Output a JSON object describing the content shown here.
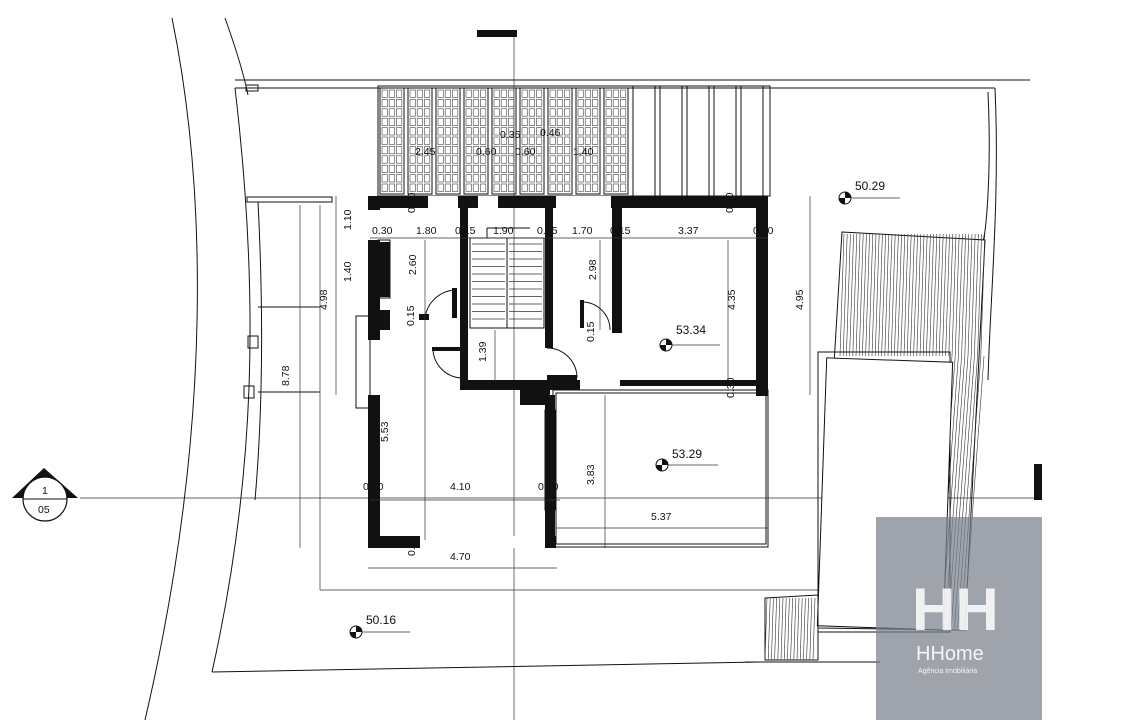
{
  "dimensions": {
    "top_035": "0.35",
    "top_046": "0.46",
    "top_245": "2.45",
    "top_060a": "0.60",
    "top_060b": "0.60",
    "top_140": "1.40",
    "v_030_top_left": "0.30",
    "v_030_top_right": "0.30",
    "v_110": "1.10",
    "h_030_left": "0.30",
    "h_180": "1.80",
    "h_015_a": "0.15",
    "h_190": "1.90",
    "h_015_b": "0.15",
    "h_170": "1.70",
    "h_015_c": "0.15",
    "h_337": "3.37",
    "h_030_right": "0.30",
    "v_140": "1.40",
    "v_260": "2.60",
    "v_298": "2.98",
    "v_435": "4.35",
    "v_495": "4.95",
    "v_498": "4.98",
    "v_015_left": "0.15",
    "v_015_right": "0.15",
    "v_139": "1.39",
    "v_878": "8.78",
    "v_553": "5.53",
    "v_030_mid": "0.30",
    "v_383": "3.83",
    "h_030_bl": "0.30",
    "h_410": "4.10",
    "h_030_bm": "0.30",
    "h_537": "5.37",
    "v_020": "0.20",
    "h_470": "4.70"
  },
  "levels": {
    "l1": "50.29",
    "l2": "53.34",
    "l3": "53.29",
    "l4": "50.16"
  },
  "section_marker": {
    "number": "1",
    "sheet": "05"
  },
  "watermark": {
    "logo_letters": "HH",
    "brand": "HHome",
    "tagline": "Agência Imobiliária"
  }
}
